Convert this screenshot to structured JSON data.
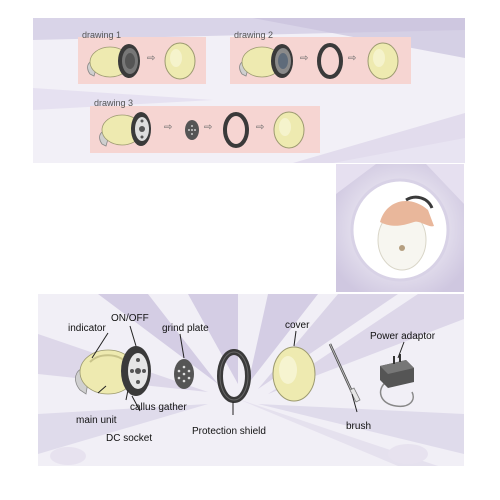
{
  "drawings": [
    {
      "label": "drawing 1"
    },
    {
      "label": "drawing 2"
    },
    {
      "label": "drawing 3"
    }
  ],
  "parts": {
    "indicator": "indicator",
    "on_off": "ON/OFF",
    "grind_plate": "grind plate",
    "cover": "cover",
    "power_adaptor": "Power adaptor",
    "main_unit": "main unit",
    "callus_gather": "callus gather",
    "dc_socket": "DC socket",
    "protection_shield": "Protection shield",
    "brush": "brush"
  },
  "colors": {
    "panel_pink": "#f6d5d2",
    "banner_purple": "#d9d4e8",
    "device_cream": "#eeeab0",
    "device_dark": "#3a3a3a"
  }
}
